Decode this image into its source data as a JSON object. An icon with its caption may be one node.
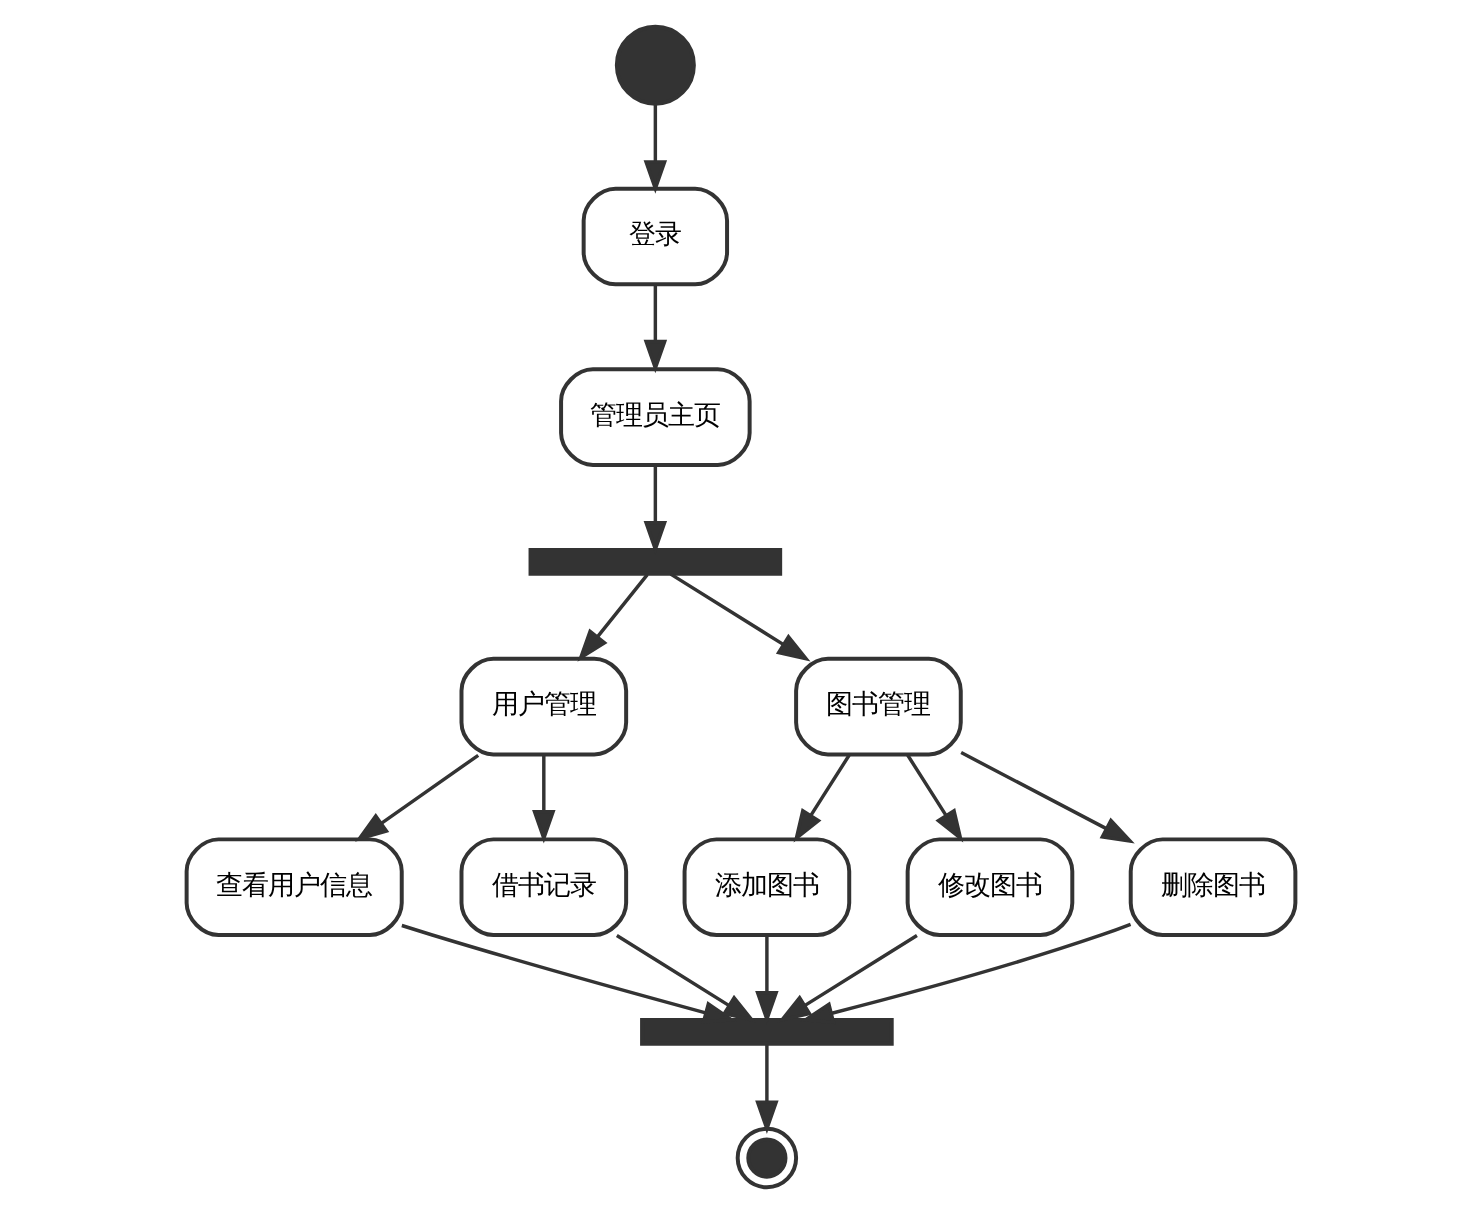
{
  "diagram": {
    "nodes": [
      {
        "text": [],
        "shape": "circle"
      },
      {
        "text": [
          "登录"
        ]
      },
      {
        "text": [
          "管理员主页"
        ]
      },
      {
        "text": [],
        "shape": "bar"
      },
      {
        "text": [
          "用户管理"
        ]
      },
      {
        "text": [
          "图书管理"
        ]
      },
      {
        "text": [
          "查看用户信息"
        ]
      },
      {
        "text": [
          "借书记录"
        ]
      },
      {
        "text": [
          "添加图书"
        ]
      },
      {
        "text": [
          "修改图书"
        ]
      },
      {
        "text": [
          "删除图书"
        ]
      },
      {
        "text": [],
        "shape": "bar"
      },
      {
        "text": [],
        "shape": "bullseye"
      }
    ],
    "edges": [
      {
        "from": 0,
        "to": 1,
        "arrow": "to"
      },
      {
        "from": 1,
        "to": 2,
        "arrow": "to"
      },
      {
        "from": 2,
        "to": 3,
        "arrow": "to"
      },
      {
        "from": 3,
        "to": 4,
        "arrow": "to"
      },
      {
        "from": 3,
        "to": 5,
        "arrow": "to"
      },
      {
        "from": 4,
        "to": 6,
        "arrow": "to"
      },
      {
        "from": 4,
        "to": 7,
        "arrow": "to"
      },
      {
        "from": 5,
        "to": 8,
        "arrow": "to"
      },
      {
        "from": 5,
        "to": 9,
        "arrow": "to"
      },
      {
        "from": 5,
        "to": 10,
        "arrow": "to"
      },
      {
        "from": 6,
        "to": 11,
        "arrow": "to"
      },
      {
        "from": 7,
        "to": 11,
        "arrow": "to"
      },
      {
        "from": 8,
        "to": 11,
        "arrow": "to"
      },
      {
        "from": 9,
        "to": 11,
        "arrow": "to"
      },
      {
        "from": 10,
        "to": 11,
        "arrow": "to"
      },
      {
        "from": 11,
        "to": 12,
        "arrow": "to"
      }
    ]
  }
}
